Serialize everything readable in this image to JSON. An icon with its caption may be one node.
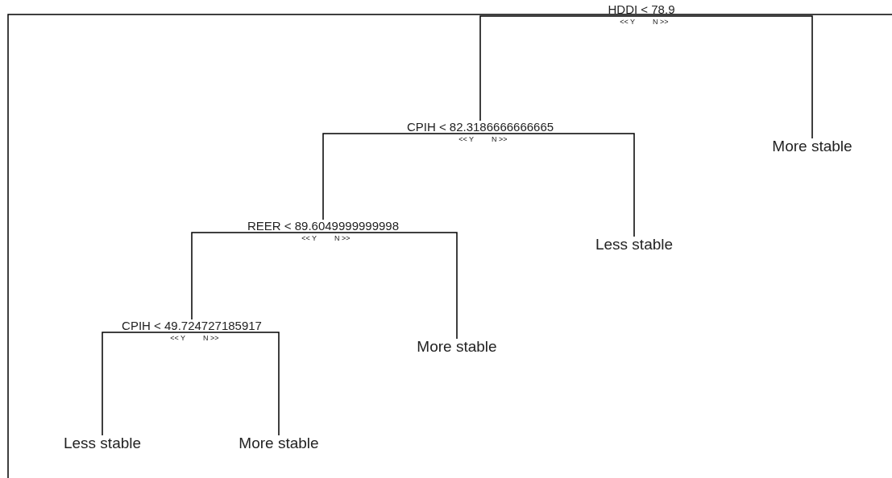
{
  "diagram": {
    "nodes": [
      {
        "text": [
          "HDDI < 78.9"
        ],
        "beside": [
          "<< Y",
          "N >>"
        ]
      },
      {
        "text": [
          "CPIH < 82.3186666666665"
        ],
        "beside": [
          "<< Y",
          "N >>"
        ]
      },
      {
        "text": [
          "More stable"
        ]
      },
      {
        "text": [
          "REER < 89.6049999999998"
        ],
        "beside": [
          "<< Y",
          "N >>"
        ]
      },
      {
        "text": [
          "Less stable"
        ]
      },
      {
        "text": [
          "CPIH < 49.724727185917"
        ],
        "beside": [
          "<< Y",
          "N >>"
        ]
      },
      {
        "text": [
          "More stable"
        ]
      },
      {
        "text": [
          "Less stable"
        ]
      },
      {
        "text": [
          "More stable"
        ]
      }
    ],
    "edges": [
      {
        "from": 0,
        "to": 1,
        "arrow": "none"
      },
      {
        "from": 0,
        "to": 2,
        "arrow": "none"
      },
      {
        "from": 1,
        "to": 3,
        "arrow": "none"
      },
      {
        "from": 1,
        "to": 4,
        "arrow": "none"
      },
      {
        "from": 3,
        "to": 5,
        "arrow": "none"
      },
      {
        "from": 3,
        "to": 6,
        "arrow": "none"
      },
      {
        "from": 5,
        "to": 7,
        "arrow": "none"
      },
      {
        "from": 5,
        "to": 8,
        "arrow": "none"
      }
    ]
  }
}
